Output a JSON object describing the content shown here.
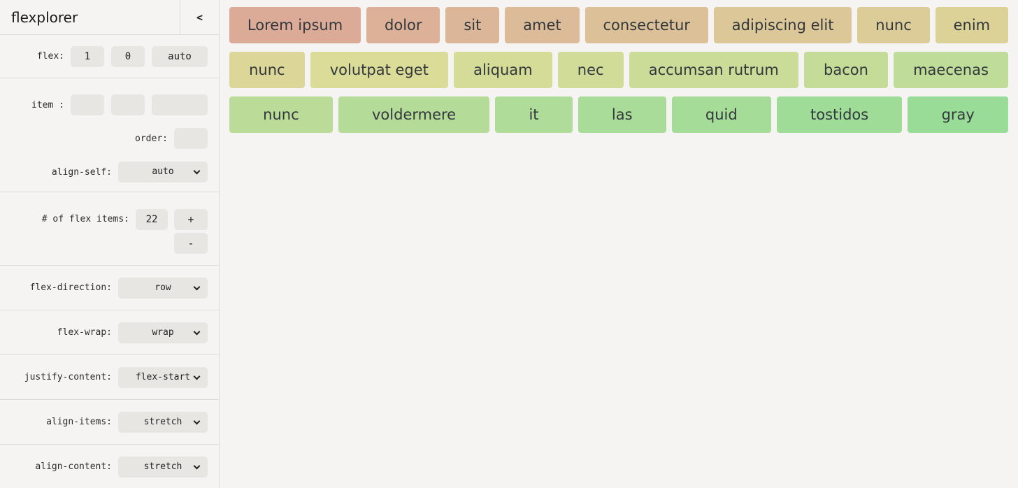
{
  "sidebar": {
    "title": "flexplorer",
    "icons": {
      "collapse_icon": "<",
      "select_chevron_icon": "css-chevron-down"
    },
    "flex_row": {
      "label": "flex:",
      "values": [
        "1",
        "0",
        "auto"
      ]
    },
    "item_row": {
      "label": "item :",
      "values": [
        "",
        "",
        ""
      ]
    },
    "order_row": {
      "label": "order:",
      "value": ""
    },
    "align_self_row": {
      "label": "align-self:",
      "value": "auto"
    },
    "count_row": {
      "label": "# of flex items:",
      "value": "22",
      "increment_label": "+",
      "decrement_label": "-"
    },
    "selects": [
      {
        "label": "flex-direction:",
        "value": "row"
      },
      {
        "label": "flex-wrap:",
        "value": "wrap"
      },
      {
        "label": "justify-content:",
        "value": "flex-start"
      },
      {
        "label": "align-items:",
        "value": "stretch"
      },
      {
        "label": "align-content:",
        "value": "stretch"
      }
    ]
  },
  "main": {
    "rows": [
      {
        "items": [
          {
            "label": "Lorem ipsum",
            "color": "#dcab98"
          },
          {
            "label": "dolor",
            "color": "#dcb198"
          },
          {
            "label": "sit",
            "color": "#dcb698"
          },
          {
            "label": "amet",
            "color": "#dcbc98"
          },
          {
            "label": "consectetur",
            "color": "#dcc198"
          },
          {
            "label": "adipiscing elit",
            "color": "#dcc798"
          },
          {
            "label": "nunc",
            "color": "#dccc98"
          },
          {
            "label": "enim",
            "color": "#dcd298"
          }
        ]
      },
      {
        "items": [
          {
            "label": "nunc",
            "color": "#dcd798"
          },
          {
            "label": "volutpat eget",
            "color": "#dbdc98"
          },
          {
            "label": "aliquam",
            "color": "#d5dc98"
          },
          {
            "label": "nec",
            "color": "#d0dc98"
          },
          {
            "label": "accumsan rutrum",
            "color": "#cadc98"
          },
          {
            "label": "bacon",
            "color": "#c5dc98"
          },
          {
            "label": "maecenas",
            "color": "#bfdc98"
          }
        ]
      },
      {
        "items": [
          {
            "label": "nunc",
            "color": "#badc98"
          },
          {
            "label": "voldermere",
            "color": "#b4dc98"
          },
          {
            "label": "it",
            "color": "#afdc98"
          },
          {
            "label": "las",
            "color": "#a9dc98"
          },
          {
            "label": "quid",
            "color": "#a4dc98"
          },
          {
            "label": "tostidos",
            "color": "#9edc98"
          },
          {
            "label": "gray",
            "color": "#99dc98"
          }
        ]
      }
    ]
  },
  "colors": {
    "page_background": "#f5f4f2",
    "control_background": "#e8e6e3",
    "border": "#dcdbd8",
    "item_text": "#33383c"
  }
}
